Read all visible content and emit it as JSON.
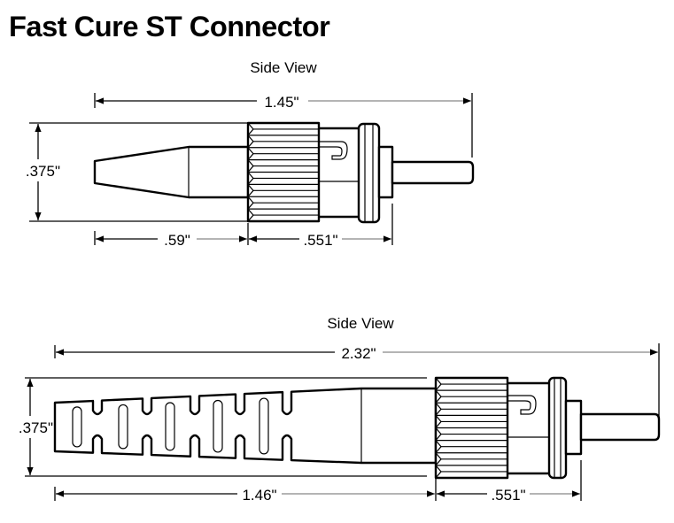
{
  "title": "Fast Cure ST Connector",
  "views": [
    {
      "heading": "Side View",
      "dimensions": {
        "overall_length": "1.45\"",
        "diameter": ".375\"",
        "boot_length": ".59\"",
        "connector_length": ".551\""
      }
    },
    {
      "heading": "Side View",
      "dimensions": {
        "overall_length": "2.32\"",
        "diameter": ".375\"",
        "boot_length": "1.46\"",
        "connector_length": ".551\""
      }
    }
  ]
}
